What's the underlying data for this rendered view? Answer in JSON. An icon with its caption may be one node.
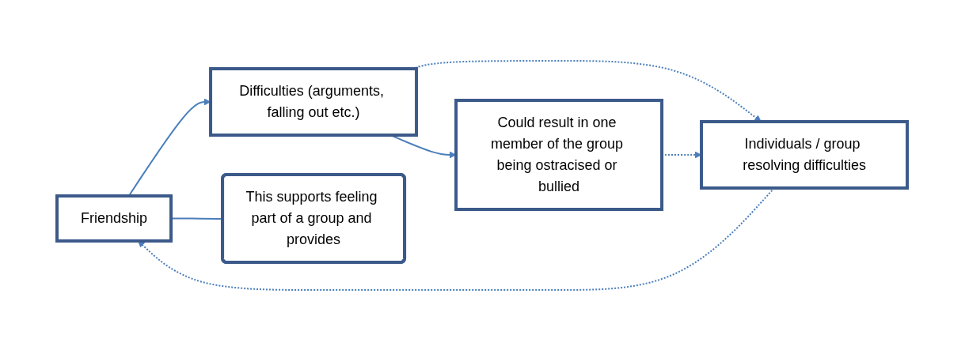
{
  "diagram": {
    "nodes": [
      {
        "text": [
          "Friendship"
        ]
      },
      {
        "text": [
          "Difficulties (arguments, falling out etc.)"
        ]
      },
      {
        "text": [
          "Could result in one member of the group being ostracised or bullied"
        ]
      },
      {
        "text": [
          "Individuals / group resolving difficulties"
        ]
      },
      {
        "text": [
          "This supports feeling part of a group and provides"
        ]
      }
    ],
    "edges": [
      {
        "from": 0,
        "to": 1,
        "arrow": "to"
      },
      {
        "from": 1,
        "to": 2,
        "arrow": "to"
      },
      {
        "from": 1,
        "to": 3,
        "arrow": "to",
        "style": "dashed"
      },
      {
        "from": 2,
        "to": 3,
        "arrow": "to",
        "style": "dashed"
      },
      {
        "from": 3,
        "to": 0,
        "arrow": "to",
        "style": "dashed"
      },
      {
        "from": 0,
        "to": 4,
        "arrow": "none"
      }
    ]
  }
}
